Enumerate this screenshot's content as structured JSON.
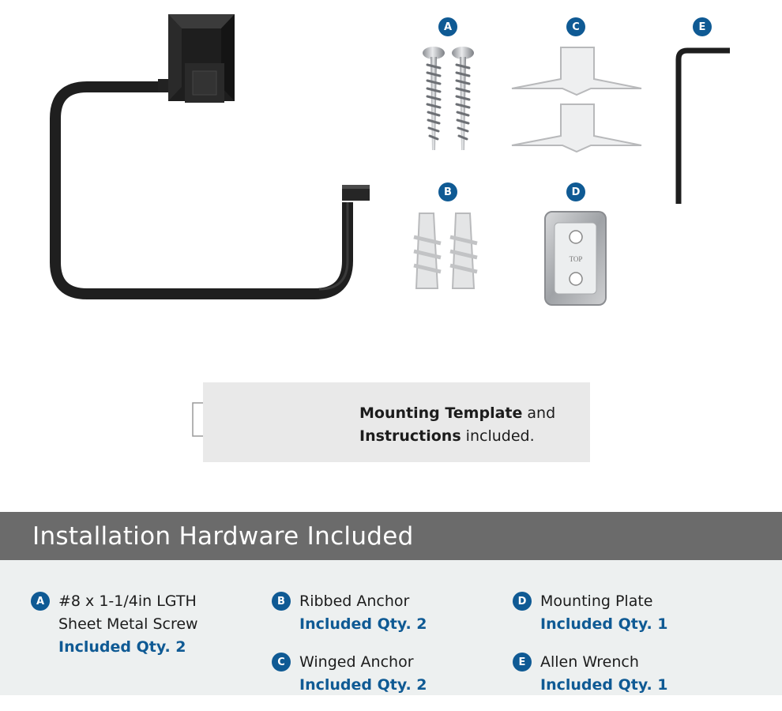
{
  "product": {
    "badges": {
      "a": "A",
      "b": "B",
      "c": "C",
      "d": "D",
      "e": "E"
    },
    "plate_marking": "TOP"
  },
  "template_note": {
    "bold1": "Mounting Template",
    "text1": " and",
    "bold2": "Instructions",
    "text2": " included."
  },
  "section_title": "Installation Hardware Included",
  "hardware": [
    {
      "letter": "A",
      "name_line1": "#8 x 1-1/4in LGTH",
      "name_line2": "Sheet Metal Screw",
      "qty": "Included Qty. 2"
    },
    {
      "letter": "B",
      "name": "Ribbed Anchor",
      "qty": "Included Qty. 2"
    },
    {
      "letter": "C",
      "name": "Winged Anchor",
      "qty": "Included Qty. 2"
    },
    {
      "letter": "D",
      "name": "Mounting Plate",
      "qty": "Included Qty. 1"
    },
    {
      "letter": "E",
      "name": "Allen Wrench",
      "qty": "Included Qty. 1"
    }
  ],
  "colors": {
    "accent_blue": "#0f5a94",
    "banner_gray": "#6b6b6b",
    "panel_bg": "#edf0f0",
    "fixture_black": "#1f1f1f"
  }
}
